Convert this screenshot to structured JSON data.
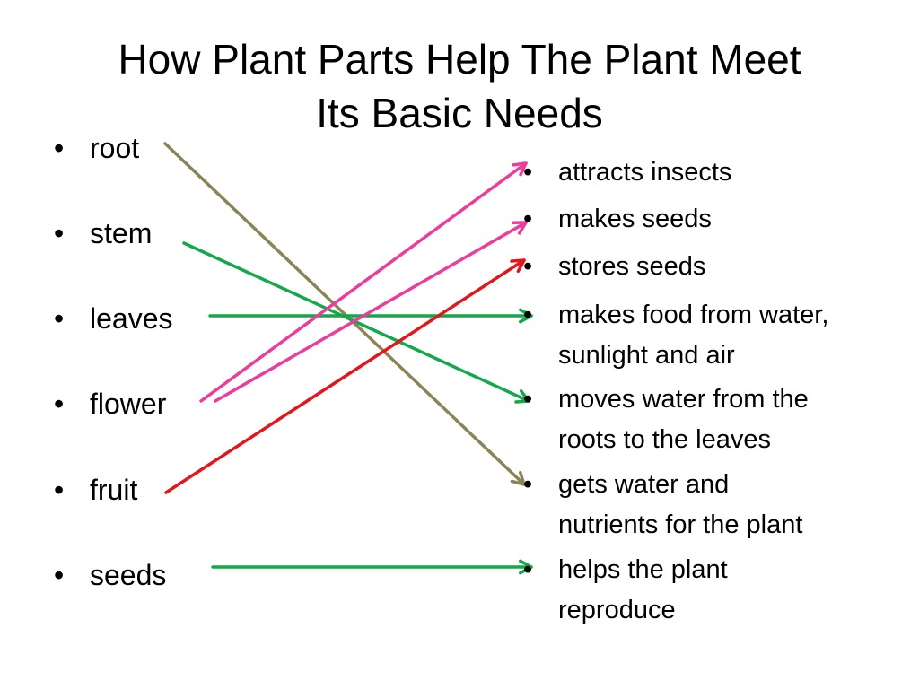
{
  "title": {
    "line1": "How Plant Parts Help The Plant Meet",
    "line2": "Its Basic Needs"
  },
  "parts": [
    "root",
    "stem",
    "leaves",
    "flower",
    "fruit",
    "seeds"
  ],
  "needs": [
    {
      "lines": [
        "attracts insects"
      ]
    },
    {
      "lines": [
        "makes seeds"
      ]
    },
    {
      "lines": [
        "stores seeds"
      ]
    },
    {
      "lines": [
        "makes food from water,",
        "sunlight and air"
      ]
    },
    {
      "lines": [
        "moves water from the",
        "roots to the leaves"
      ]
    },
    {
      "lines": [
        "gets water and",
        "nutrients for the plant"
      ]
    },
    {
      "lines": [
        "helps the plant",
        "reproduce"
      ]
    }
  ],
  "bullet_glyph": "•",
  "arrow_colors": {
    "olive": "#8b8455",
    "green": "#14a84a",
    "pink": "#ec3c9c",
    "red": "#e2161b"
  },
  "connections": [
    {
      "part": "root",
      "need": "gets water and nutrients for the plant",
      "color": "olive"
    },
    {
      "part": "stem",
      "need": "moves water from the roots to the leaves",
      "color": "green"
    },
    {
      "part": "leaves",
      "need": "makes food from water, sunlight and air",
      "color": "green"
    },
    {
      "part": "flower",
      "need": "attracts insects",
      "color": "pink"
    },
    {
      "part": "flower",
      "need": "makes seeds",
      "color": "pink"
    },
    {
      "part": "fruit",
      "need": "stores seeds",
      "color": "red"
    },
    {
      "part": "seeds",
      "need": "helps the plant reproduce",
      "color": "green"
    }
  ]
}
